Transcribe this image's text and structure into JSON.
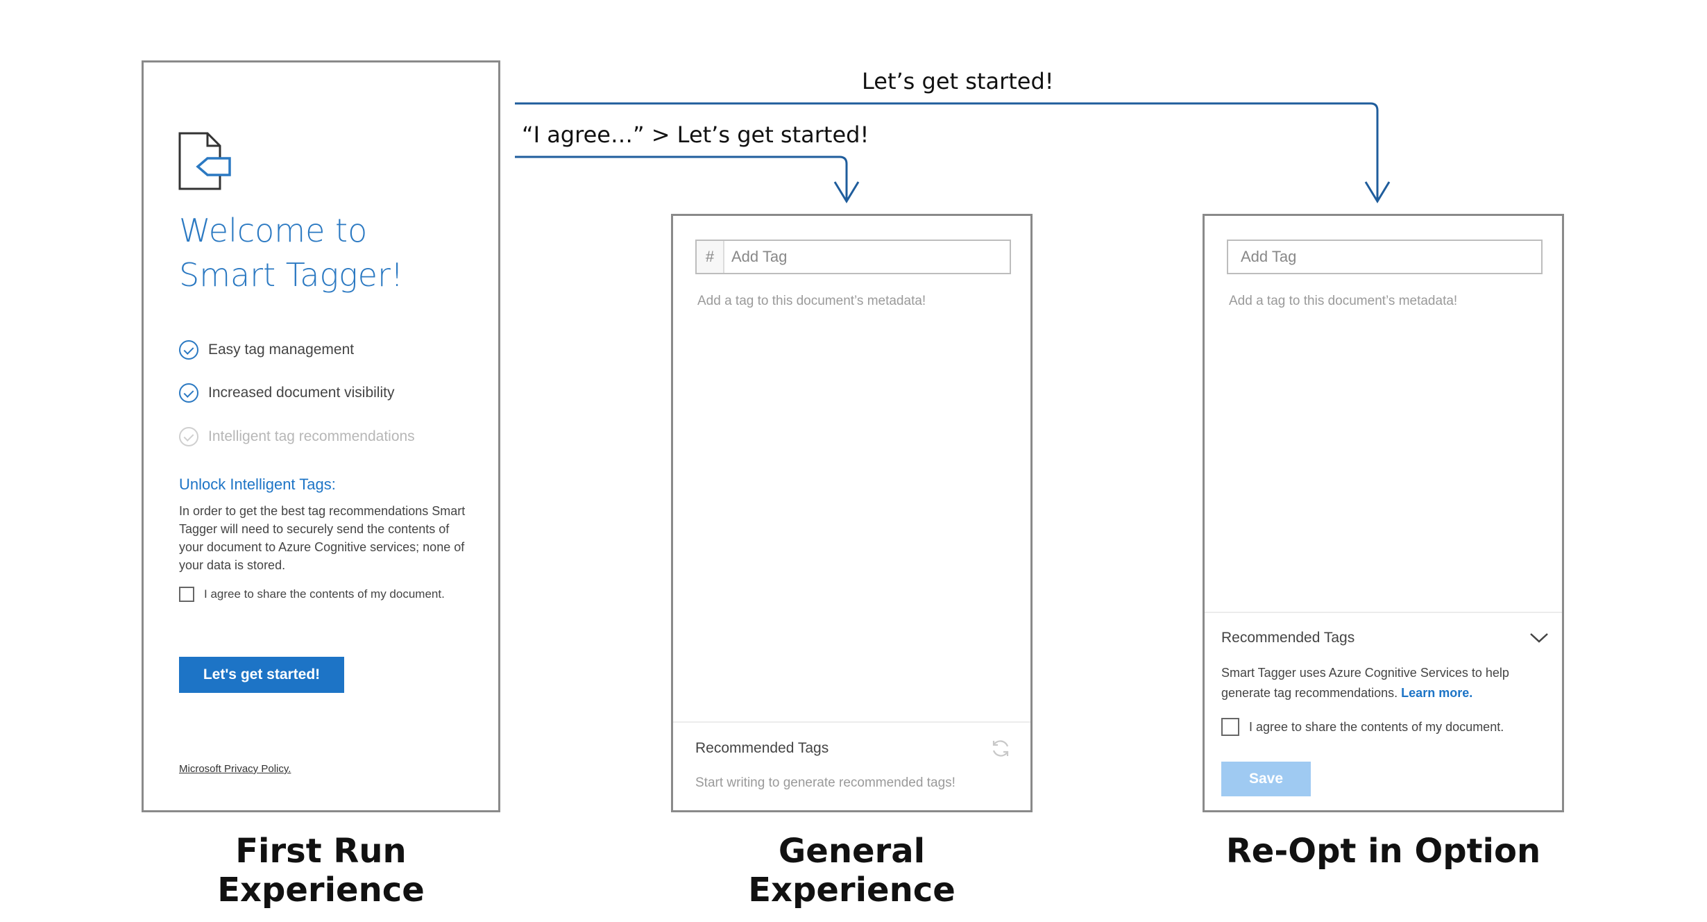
{
  "flow": {
    "label_general": "“I agree…” > Let’s get started!",
    "label_reopt": "Let’s get started!"
  },
  "first_run": {
    "caption": "First Run Experience",
    "welcome_line1": "Welcome to",
    "welcome_line2": "Smart Tagger!",
    "features": [
      {
        "label": "Easy tag management",
        "enabled": true
      },
      {
        "label": "Increased document visibility",
        "enabled": true
      },
      {
        "label": "Intelligent tag recommendations",
        "enabled": false
      }
    ],
    "unlock_heading": "Unlock Intelligent Tags:",
    "unlock_body": "In order to get the best tag recommendations Smart Tagger will need to securely send the contents of your document to Azure Cognitive services; none of your data is stored.",
    "agree_label": "I agree to share the contents of my document.",
    "start_button": "Let's get started!",
    "privacy_link": "Microsoft Privacy Policy."
  },
  "general": {
    "caption": "General Experience",
    "tag_input_symbol": "#",
    "tag_input_placeholder": "Add Tag",
    "hint": "Add a tag to this document’s metadata!",
    "rec_title": "Recommended Tags",
    "rec_sub": "Start writing to generate recommended tags!"
  },
  "reopt": {
    "caption": "Re-Opt in Option",
    "tag_input_placeholder": "Add Tag",
    "hint": "Add a tag to this document’s metadata!",
    "rec_title": "Recommended Tags",
    "rec_body": "Smart Tagger uses Azure Cognitive Services to help generate tag recommendations.",
    "learn_more": "Learn more.",
    "agree_label": "I agree to share the contents of my document.",
    "save_button": "Save"
  },
  "colors": {
    "accent": "#1d74c6",
    "heading_blue": "#2b79c2",
    "arrow": "#1f5d9c",
    "save_disabled": "#9fcaf2",
    "panel_border": "#8a8a8a"
  },
  "icons": {
    "doc": "document-tag-icon",
    "check": "check-circle-icon",
    "refresh": "refresh-icon",
    "chevron": "chevron-down-icon",
    "arrow_head": "arrow-down-icon"
  }
}
